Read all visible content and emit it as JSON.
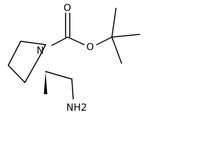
{
  "molecule": {
    "atoms": {
      "ring_nitrogen": "N",
      "carbonyl_oxygen": "O",
      "ester_oxygen": "O",
      "amine": "NH2"
    }
  }
}
